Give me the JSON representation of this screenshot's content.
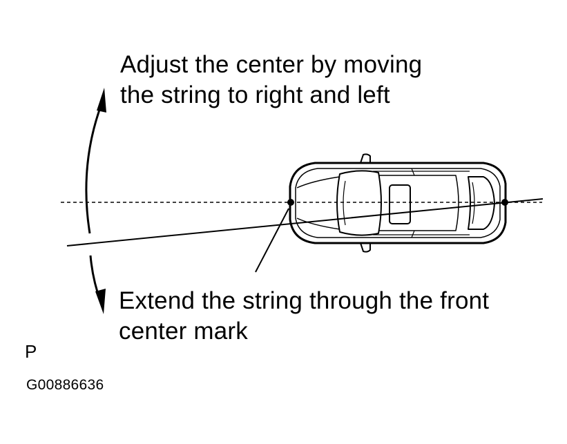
{
  "annotations": {
    "top_line1": "Adjust the center by moving",
    "top_line2": "the string to right and left",
    "bottom_line1": "Extend the string through the front",
    "bottom_line2": "center mark"
  },
  "letter": "P",
  "figure_code": "G00886636",
  "colors": {
    "ink": "#000000",
    "background": "#ffffff"
  }
}
